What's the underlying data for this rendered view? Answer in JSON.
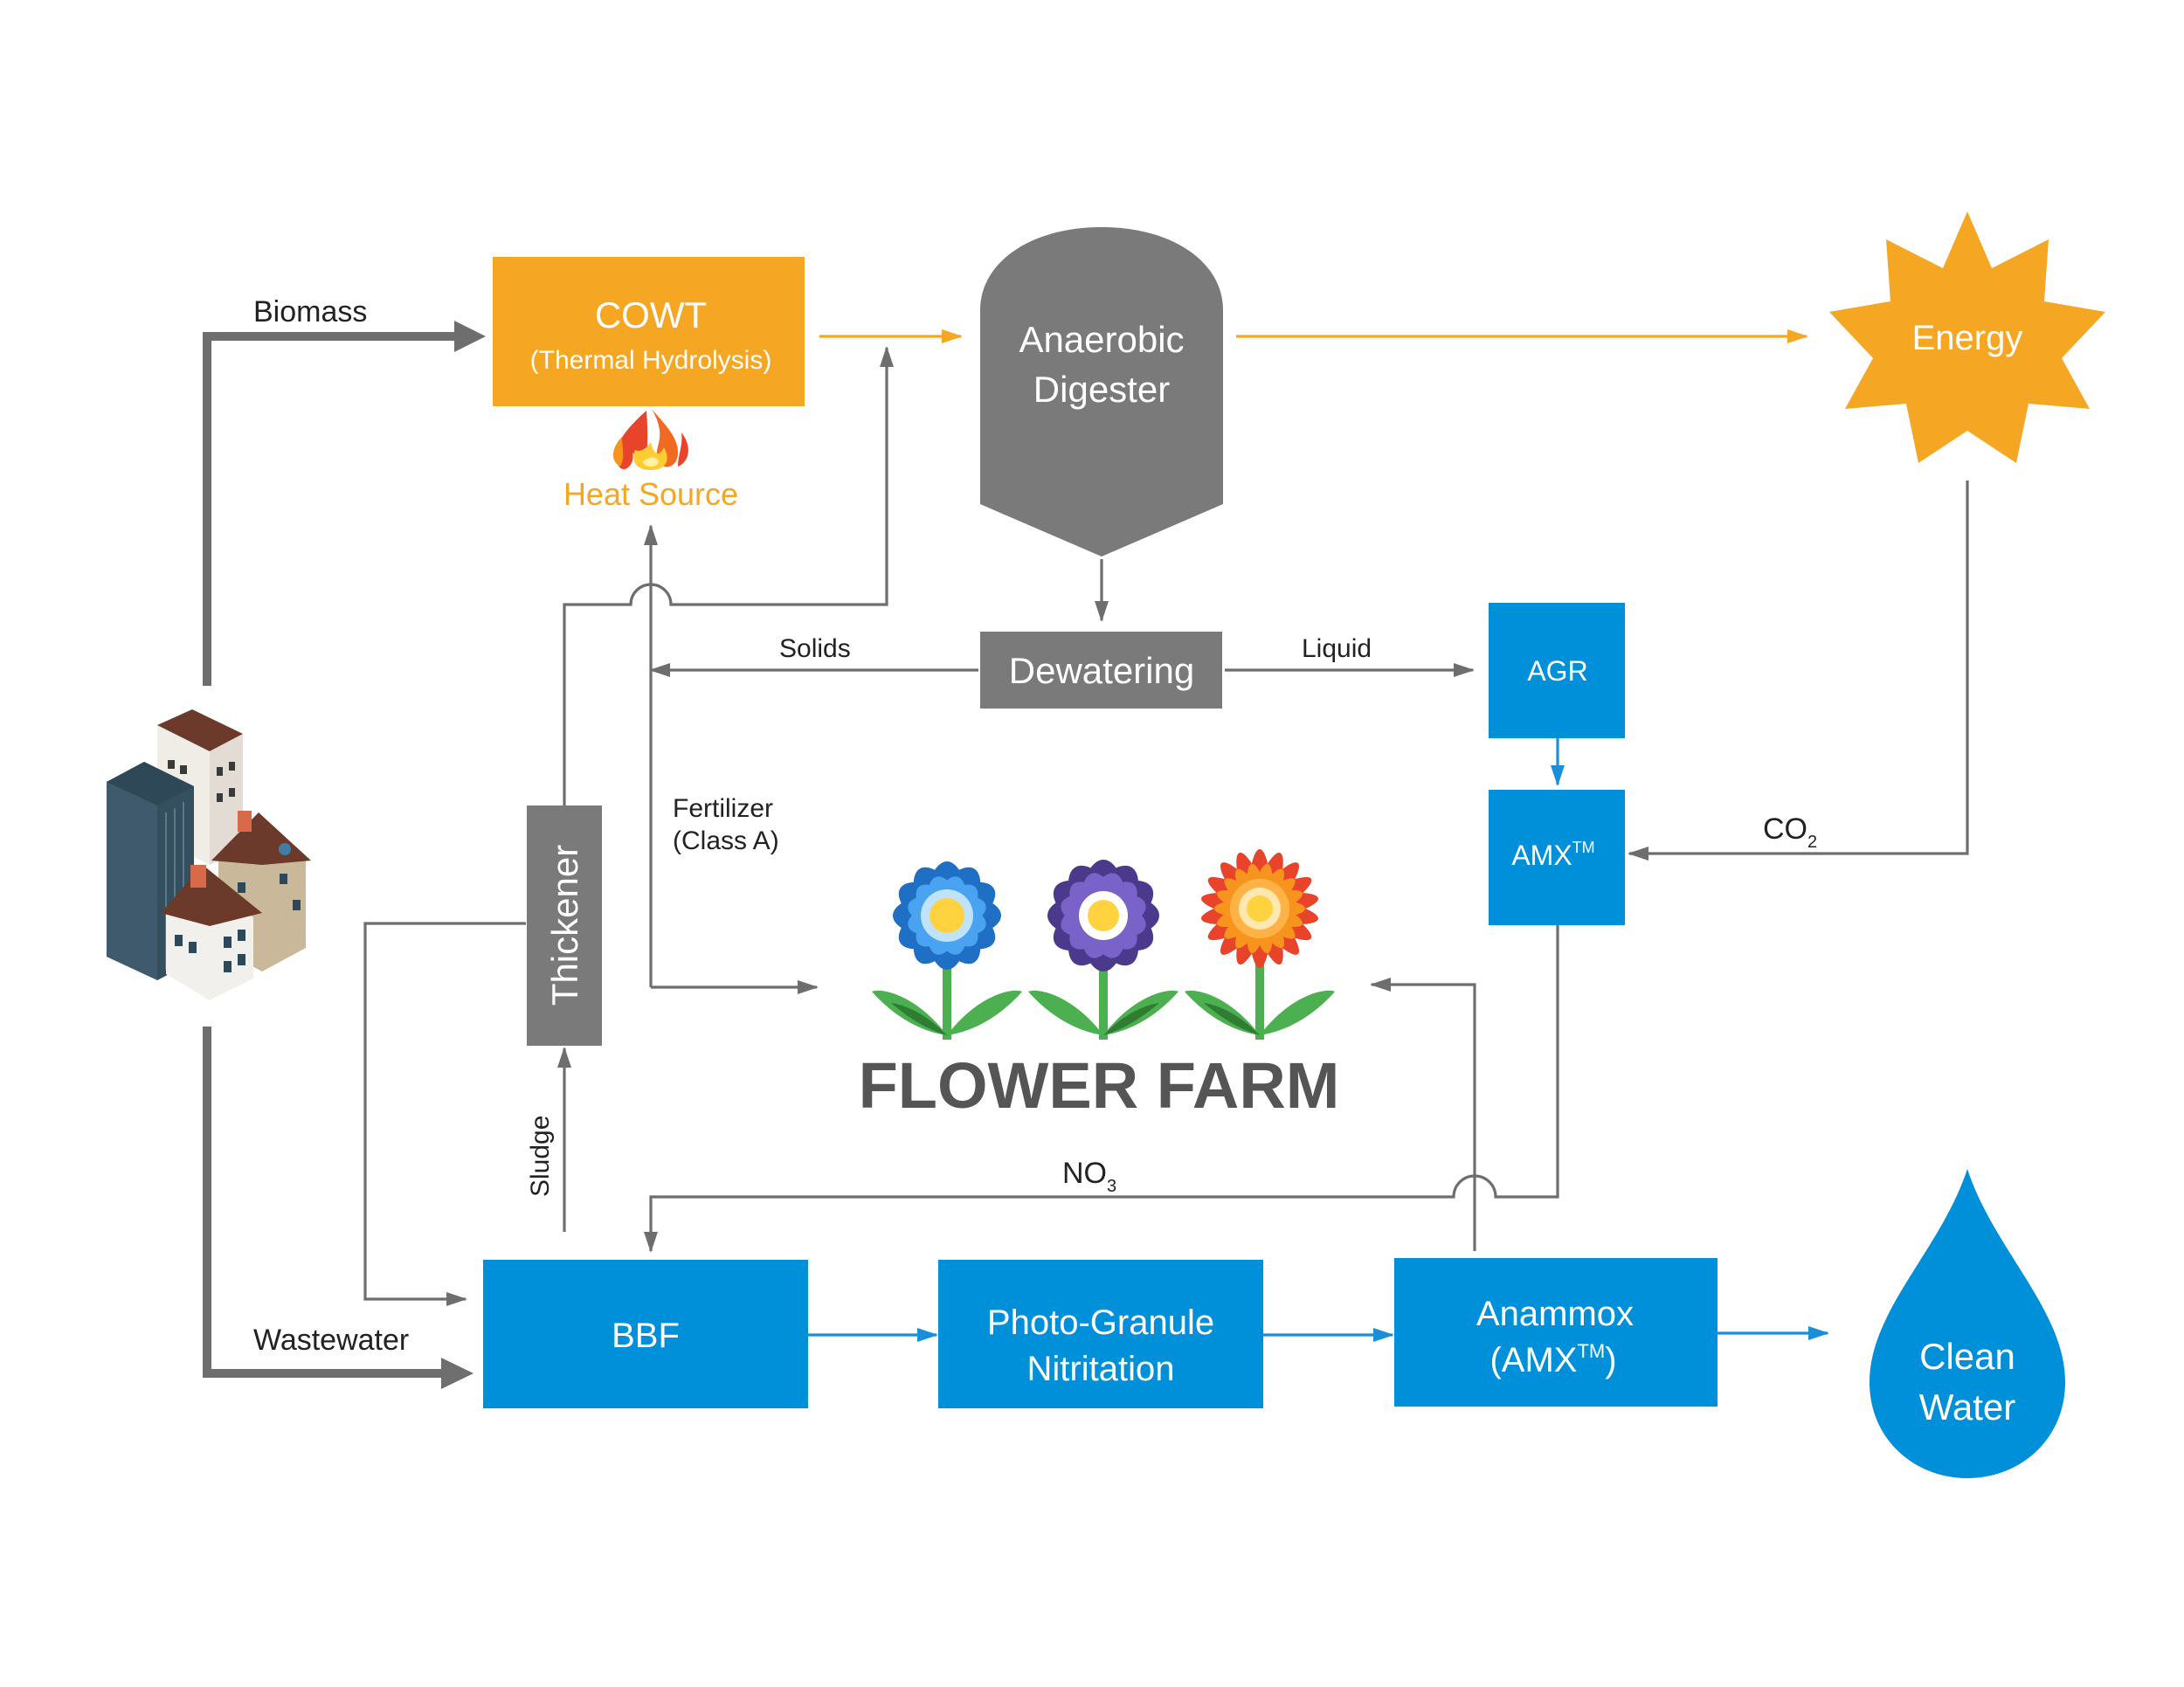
{
  "colors": {
    "orange": "#f5a623",
    "blue": "#0090d9",
    "gray": "#7a7a7a",
    "line_gray": "#6e6e6e",
    "dark_text": "#555555"
  },
  "nodes": {
    "cowt_title": "COWT",
    "cowt_sub": "(Thermal Hydrolysis)",
    "heat_source": "Heat Source",
    "digester_line1": "Anaerobic",
    "digester_line2": "Digester",
    "energy": "Energy",
    "dewatering": "Dewatering",
    "agr": "AGR",
    "amx_small": "AMX",
    "amx_small_sup": "TM",
    "thickener": "Thickener",
    "bbf": "BBF",
    "photo_line1": "Photo-Granule",
    "photo_line2": "Nitritation",
    "anammox_line1": "Anammox",
    "anammox_line2_pre": "(AMX",
    "anammox_line2_sup": "TM",
    "anammox_line2_post": ")",
    "clean_line1": "Clean",
    "clean_line2": "Water",
    "flower_farm": "FLOWER FARM"
  },
  "labels": {
    "biomass": "Biomass",
    "wastewater": "Wastewater",
    "solids": "Solids",
    "liquid": "Liquid",
    "fertilizer_line1": "Fertilizer",
    "fertilizer_line2": "(Class A)",
    "sludge": "Sludge",
    "co2_main": "CO",
    "co2_sub": "2",
    "no3_main": "NO",
    "no3_sub": "3"
  }
}
